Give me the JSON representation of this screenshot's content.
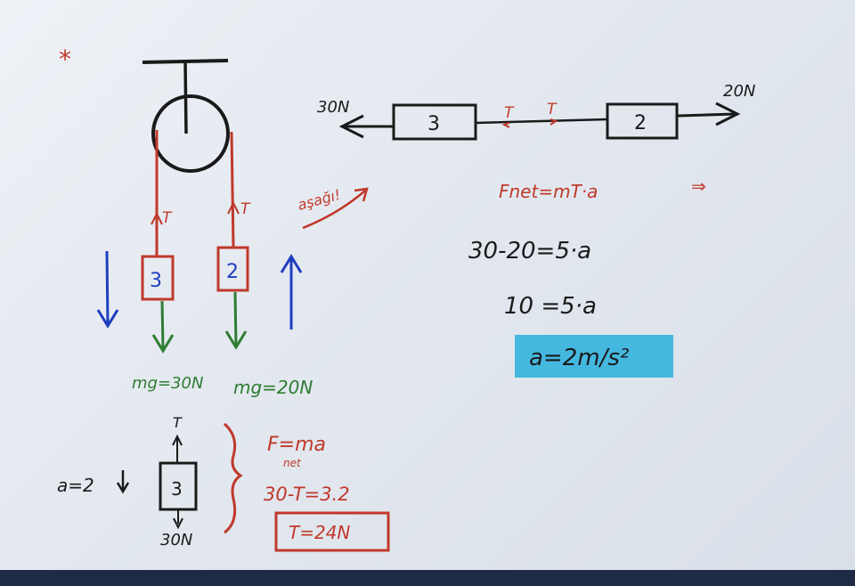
{
  "pulley": {
    "left_mass_label": "3",
    "right_mass_label": "2",
    "tension_left": "T",
    "tension_right": "T",
    "weight_left": "mg=30N",
    "weight_right": "mg=20N",
    "direction_note": "aşağı!",
    "asterisk": "*"
  },
  "horizontal": {
    "left_force": "30N",
    "right_force": "20N",
    "left_block": "3",
    "right_block": "2",
    "tension_left": "T",
    "tension_right": "T"
  },
  "equations": {
    "line1": "Fnet=mT·a",
    "line1_arrow": "⇒",
    "line2": "30-20=5·a",
    "line3": "10 =5·a",
    "result": "a=2m/s²"
  },
  "free_body": {
    "accel_label": "a=2",
    "block_label": "3",
    "tension": "T",
    "weight": "30N",
    "eq1": "F=ma",
    "eq1_sub": "net",
    "eq2": "30-T=3.2",
    "result": "T=24N"
  },
  "colors": {
    "red": "#c0392b",
    "green": "#2e7d32",
    "blue": "#1f3fbf",
    "ink": "#1a1a1a",
    "highlight": "#45b8e0"
  }
}
